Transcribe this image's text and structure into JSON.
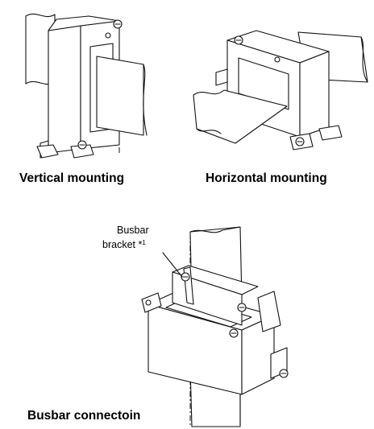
{
  "figures": [
    {
      "id": "vertical",
      "caption": "Vertical mounting"
    },
    {
      "id": "horizontal",
      "caption": "Horizontal mounting"
    },
    {
      "id": "busbar",
      "caption": "Busbar connectoin"
    }
  ],
  "callout": {
    "line1": "Busbar",
    "line2": "bracket *",
    "superscript": "1"
  },
  "colors": {
    "line": "#111111",
    "background": "#ffffff"
  }
}
